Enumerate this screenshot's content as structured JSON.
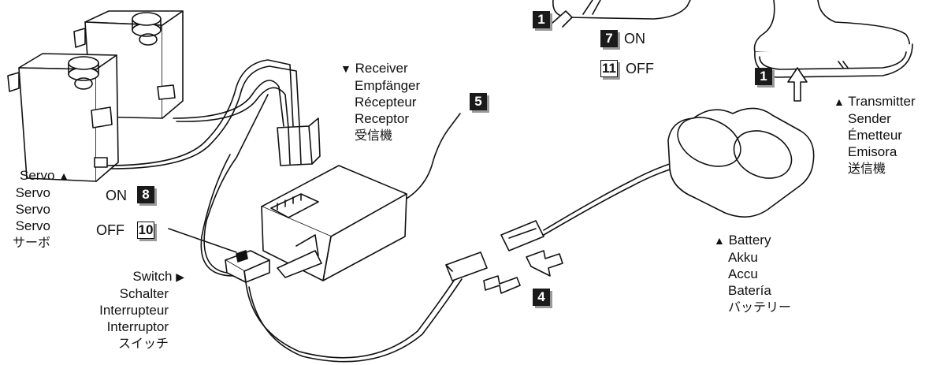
{
  "receiver": {
    "names": [
      "Receiver",
      "Empfänger",
      "Récepteur",
      "Receptor",
      "受信機"
    ],
    "marker": "▼"
  },
  "transmitter": {
    "names": [
      "Transmitter",
      "Sender",
      "Émetteur",
      "Emisora",
      "送信機"
    ],
    "marker": "▲"
  },
  "servo": {
    "names": [
      "Servo",
      "Servo",
      "Servo",
      "Servo",
      "サーボ"
    ],
    "marker": "▲"
  },
  "battery": {
    "names": [
      "Battery",
      "Akku",
      "Accu",
      "Batería",
      "バッテリー"
    ],
    "marker": "▲"
  },
  "switch": {
    "names": [
      "Switch",
      "Schalter",
      "Interrupteur",
      "Interruptor",
      "スイッチ"
    ],
    "marker": "▶"
  },
  "steps": {
    "tx_left": "1",
    "tx_on": "7",
    "tx_off": "11",
    "tx_right": "1",
    "antenna": "5",
    "connect": "4",
    "switch_on": "8",
    "switch_off": "10"
  },
  "states": {
    "on": "ON",
    "off": "OFF"
  }
}
